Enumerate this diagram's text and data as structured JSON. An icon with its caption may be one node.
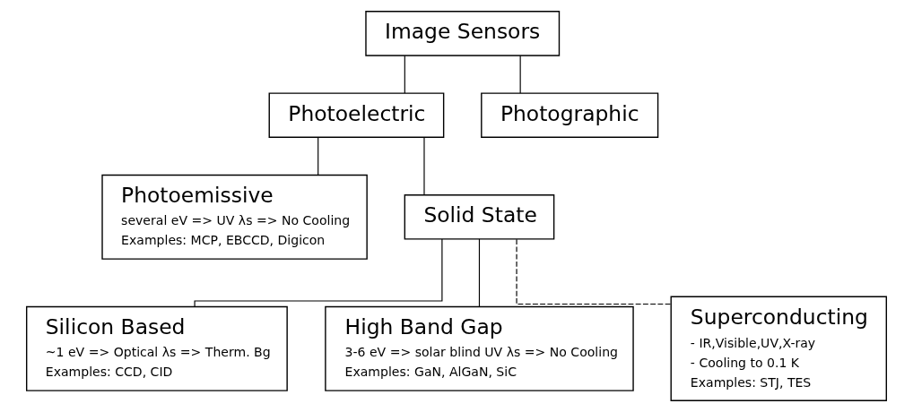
{
  "diagram": {
    "nodes": [
      {
        "text": [
          "Image Sensors"
        ]
      },
      {
        "text": [
          "Photoelectric"
        ]
      },
      {
        "text": [
          "Photographic"
        ]
      },
      {
        "text": [
          "Photoemissive",
          "several eV => UV λs => No Cooling",
          "Examples: MCP, EBCCD, Digicon"
        ]
      },
      {
        "text": [
          "Solid State"
        ]
      },
      {
        "text": [
          "Silicon Based",
          "~1 eV => Optical λs => Therm. Bg",
          "Examples: CCD, CID"
        ]
      },
      {
        "text": [
          "High Band Gap",
          "3-6 eV => solar blind UV λs => No Cooling",
          "Examples: GaN, AlGaN, SiC"
        ]
      },
      {
        "text": [
          "Superconducting",
          "- IR,Visible,UV,X-ray",
          "- Cooling to 0.1 K",
          "Examples: STJ, TES"
        ]
      }
    ],
    "edges": [
      {
        "from": 0,
        "to": 1,
        "arrow": "none"
      },
      {
        "from": 0,
        "to": 2,
        "arrow": "none"
      },
      {
        "from": 1,
        "to": 3,
        "arrow": "none"
      },
      {
        "from": 1,
        "to": 4,
        "arrow": "none"
      },
      {
        "from": 4,
        "to": 5,
        "arrow": "none"
      },
      {
        "from": 4,
        "to": 6,
        "arrow": "none"
      },
      {
        "from": 4,
        "to": 7,
        "arrow": "none",
        "style": "dashed"
      }
    ]
  }
}
